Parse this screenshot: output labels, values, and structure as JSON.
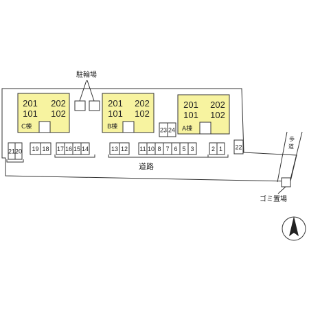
{
  "labels": {
    "bike_parking": "駐輪場",
    "road": "道路",
    "sidewalk_1": "歩",
    "sidewalk_2": "道",
    "garbage": "ゴミ置場"
  },
  "buildings": [
    {
      "name": "C棟",
      "rooms": [
        "201",
        "202",
        "101",
        "102"
      ]
    },
    {
      "name": "B棟",
      "rooms": [
        "201",
        "202",
        "101",
        "102"
      ]
    },
    {
      "name": "A棟",
      "rooms": [
        "201",
        "202",
        "101",
        "102"
      ]
    }
  ],
  "parking_spaces": [
    "21",
    "20",
    "19",
    "18",
    "17",
    "16",
    "15",
    "14",
    "13",
    "12",
    "11",
    "10",
    "8",
    "7",
    "6",
    "5",
    "3",
    "2",
    "1",
    "22",
    "23",
    "24"
  ],
  "colors": {
    "building_fill": "#f7f3a0",
    "line": "#333333"
  },
  "icons": {
    "compass": "north-arrow-icon"
  }
}
